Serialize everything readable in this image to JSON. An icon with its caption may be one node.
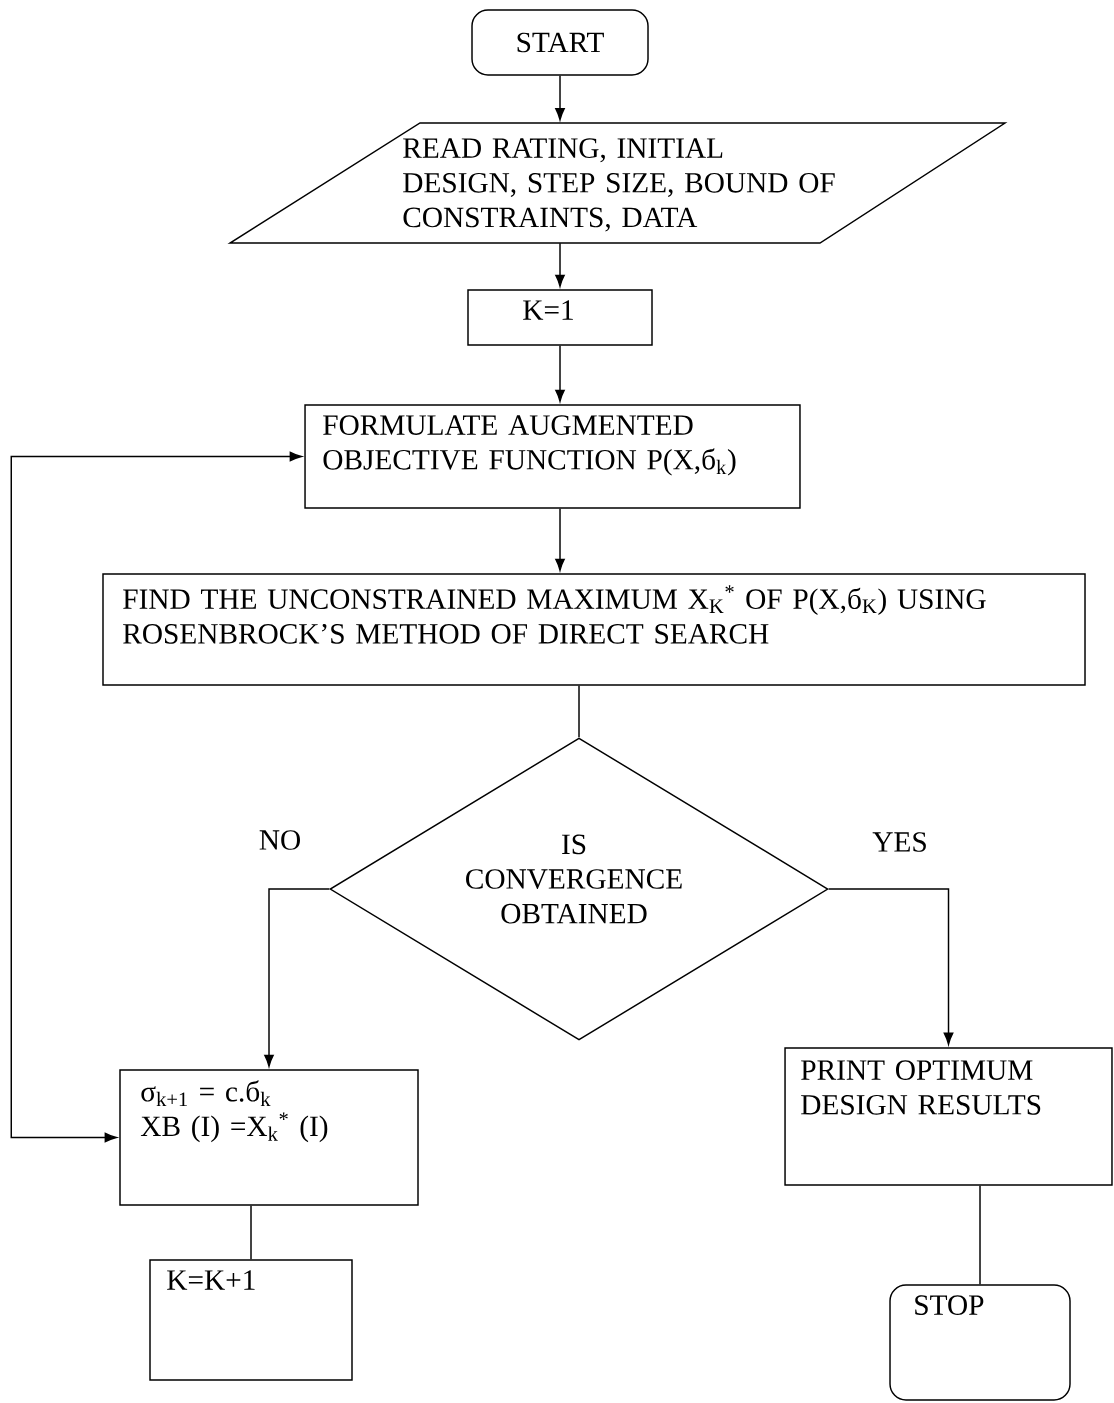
{
  "diagram": {
    "nodes": [
      {
        "text": [
          "START"
        ]
      },
      {
        "text": [
          "READ RATING, INITIAL DESIGN, STEP SIZE, BOUND OF CONSTRAINTS, DATA"
        ]
      },
      {
        "text": [
          "K=1"
        ]
      },
      {
        "text": [
          "FORMULATE AUGMENTED OBJECTIVE FUNCTION P(X,б$_{k}$)"
        ]
      },
      {
        "text": [
          "FIND THE UNCONSTRAINED MAXIMUM X$_{K}$$^{*}$ OF P(X,б$_{K}$) USING ROSENBROCK’S METHOD OF DIRECT SEARCH"
        ]
      },
      {
        "text": [
          "IS CONVERGENCE OBTAINED"
        ]
      },
      {
        "text": [
          "σ$_{k+1}$ = c.б$_{k}$",
          "XB (I) =X$_{k}$$^{*}$ (I)"
        ]
      },
      {
        "text": [
          "PRINT OPTIMUM DESIGN RESULTS"
        ]
      },
      {
        "text": [
          "K=K+1"
        ]
      },
      {
        "text": [
          "STOP"
        ]
      }
    ],
    "edges": [
      {
        "from": 0,
        "to": 1,
        "arrow": "to"
      },
      {
        "from": 1,
        "to": 2,
        "arrow": "to"
      },
      {
        "from": 2,
        "to": 3,
        "arrow": "to"
      },
      {
        "from": 3,
        "to": 4,
        "arrow": "to"
      },
      {
        "from": 4,
        "to": 5,
        "arrow": "none"
      },
      {
        "from": 5,
        "to": 6,
        "arrow": "to",
        "label": "NO"
      },
      {
        "from": 5,
        "to": 7,
        "arrow": "to",
        "label": "YES"
      },
      {
        "from": 7,
        "to": 9,
        "arrow": "none"
      },
      {
        "from": 6,
        "to": 8,
        "arrow": "none"
      },
      {
        "from": 6,
        "to": 3,
        "arrow": "both"
      }
    ]
  }
}
